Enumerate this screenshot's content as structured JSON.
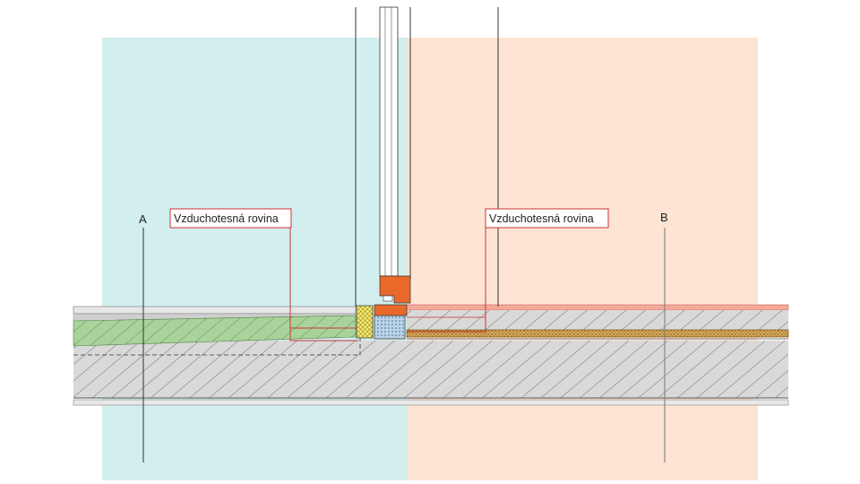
{
  "zones": {
    "left": {
      "marker": "A",
      "color": "#d3eeee"
    },
    "right": {
      "marker": "B",
      "color": "#fde4d3"
    }
  },
  "callouts": {
    "left_label": "Vzduchotesná rovina",
    "right_label": "Vzduchotesná rovina",
    "border_color": "#cc3333"
  },
  "materials": {
    "hatch_color": "#555555",
    "green_layer": "#a9d39a",
    "insulation_yellow": "#f2e56b",
    "frame_orange": "#e8692a",
    "screed_brown": "#b58a3a",
    "blue_block": "#7fa8c8",
    "floor_finish": "#f4a99a"
  }
}
